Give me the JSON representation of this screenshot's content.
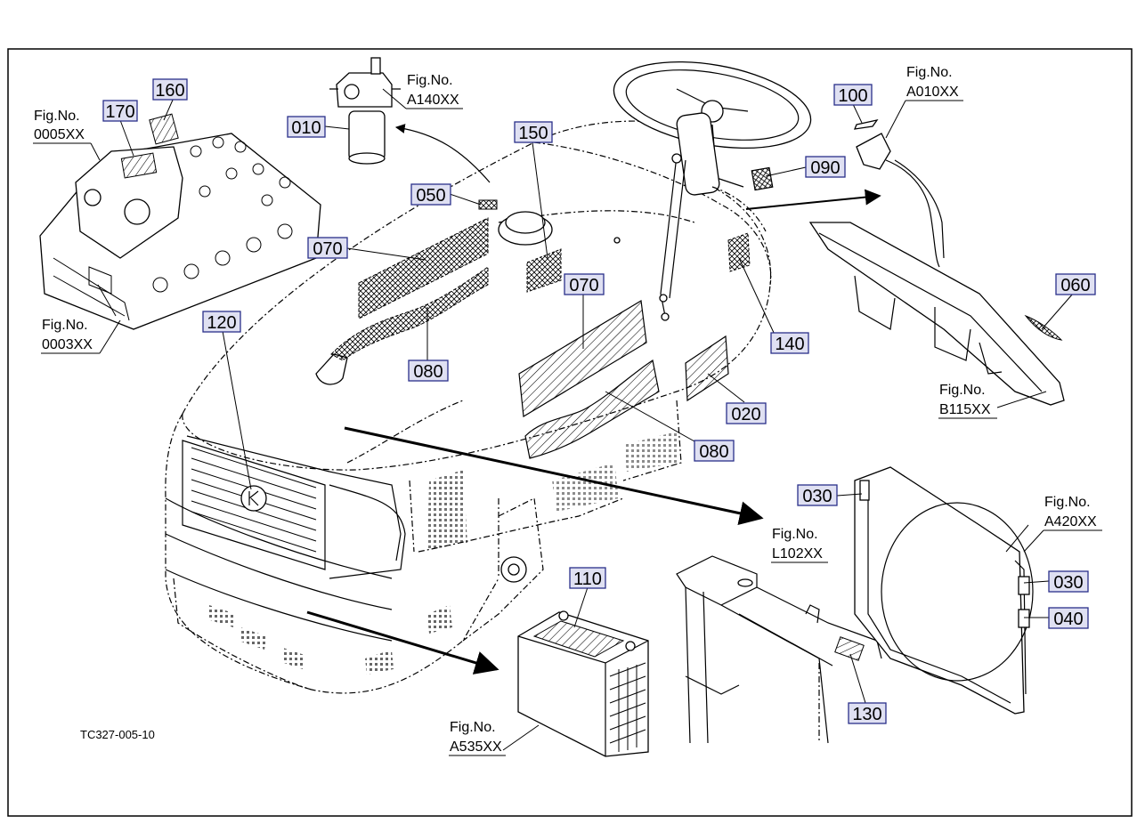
{
  "drawing_id": "TC327-005-10",
  "fig_prefix": "Fig.No.",
  "callouts": [
    {
      "key": "c160",
      "text": "160"
    },
    {
      "key": "c170",
      "text": "170"
    },
    {
      "key": "c010",
      "text": "010"
    },
    {
      "key": "c150",
      "text": "150"
    },
    {
      "key": "c100",
      "text": "100"
    },
    {
      "key": "c090",
      "text": "090"
    },
    {
      "key": "c050",
      "text": "050"
    },
    {
      "key": "c070a",
      "text": "070"
    },
    {
      "key": "c070b",
      "text": "070"
    },
    {
      "key": "c060",
      "text": "060"
    },
    {
      "key": "c120",
      "text": "120"
    },
    {
      "key": "c140",
      "text": "140"
    },
    {
      "key": "c080a",
      "text": "080"
    },
    {
      "key": "c020",
      "text": "020"
    },
    {
      "key": "c080b",
      "text": "080"
    },
    {
      "key": "c030a",
      "text": "030"
    },
    {
      "key": "c110",
      "text": "110"
    },
    {
      "key": "c030b",
      "text": "030"
    },
    {
      "key": "c040",
      "text": "040"
    },
    {
      "key": "c130",
      "text": "130"
    }
  ],
  "figure_refs": [
    {
      "key": "f0005",
      "number": "0005XX"
    },
    {
      "key": "fA140",
      "number": "A140XX"
    },
    {
      "key": "fA010",
      "number": "A010XX"
    },
    {
      "key": "f0003",
      "number": "0003XX"
    },
    {
      "key": "fB115",
      "number": "B115XX"
    },
    {
      "key": "fL102",
      "number": "L102XX"
    },
    {
      "key": "fA420",
      "number": "A420XX"
    },
    {
      "key": "fA535",
      "number": "A535XX"
    }
  ]
}
